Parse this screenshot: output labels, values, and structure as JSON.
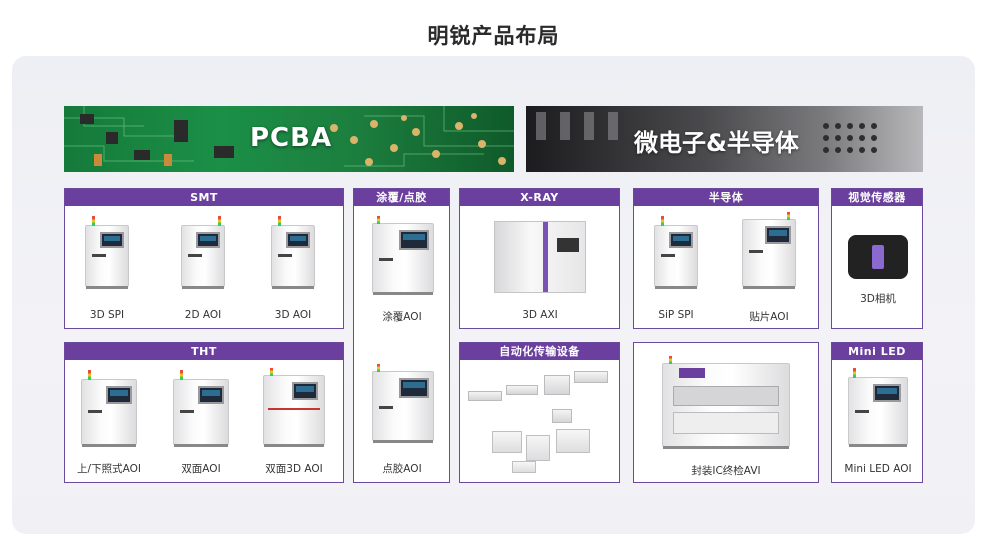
{
  "title": "明锐产品布局",
  "banners": {
    "pcba": "PCBA",
    "micro": "微电子&半导体"
  },
  "groups": {
    "smt": {
      "title": "SMT",
      "items": [
        "3D SPI",
        "2D AOI",
        "3D AOI"
      ]
    },
    "coating": {
      "title": "涂覆/点胶",
      "items": [
        "涂覆AOI",
        "点胶AOI"
      ]
    },
    "xray": {
      "title": "X-RAY",
      "items": [
        "3D AXI"
      ]
    },
    "semi": {
      "title": "半导体",
      "items": [
        "SiP SPI",
        "贴片AOI"
      ]
    },
    "vision": {
      "title": "视觉传感器",
      "items": [
        "3D相机"
      ]
    },
    "tht": {
      "title": "THT",
      "items": [
        "上/下照式AOI",
        "双面AOI",
        "双面3D AOI"
      ]
    },
    "auto": {
      "title": "自动化传输设备"
    },
    "ic": {
      "items": [
        "封装IC终检AVI"
      ]
    },
    "miniled": {
      "title": "Mini LED",
      "items": [
        "Mini LED AOI"
      ]
    }
  },
  "colors": {
    "accent": "#6a3f9e",
    "pcb_green": "#1b8f47"
  }
}
